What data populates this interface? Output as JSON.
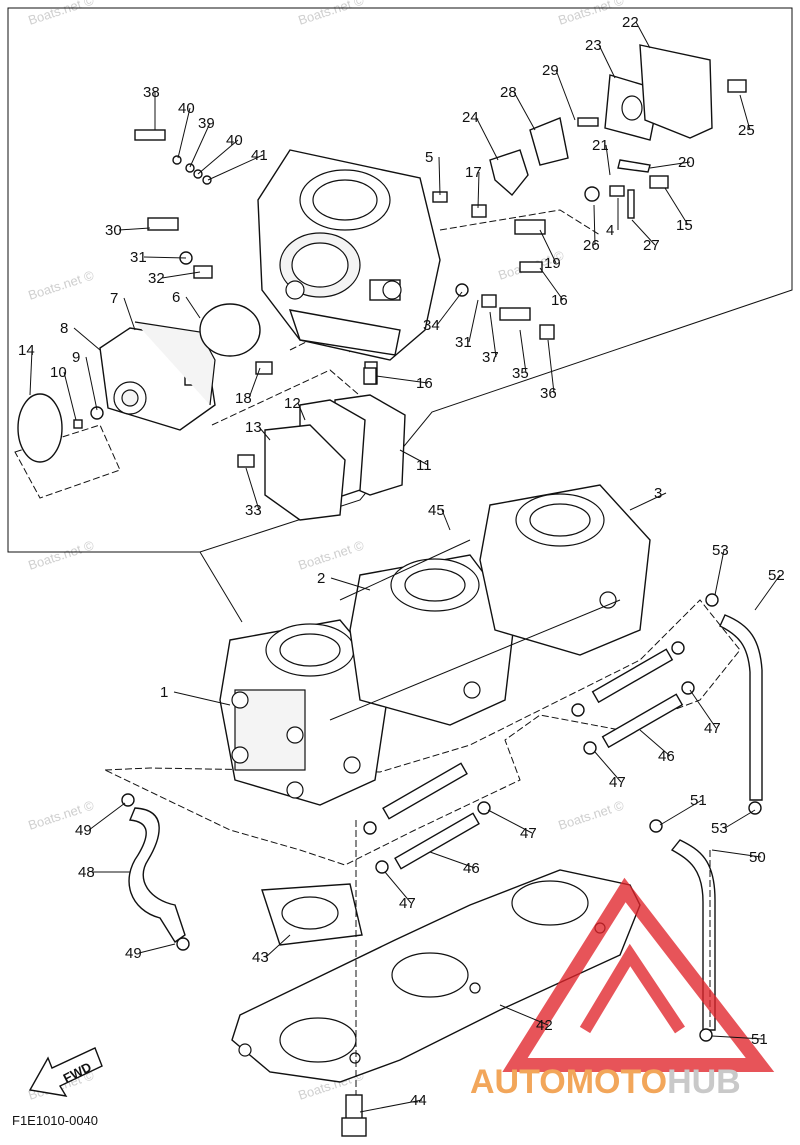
{
  "diagram": {
    "figure_code": "F1E1010-0040",
    "watermark_text": "Boats.net ©",
    "fwd_label": "FWD",
    "brand": {
      "part1": "AUTOMOTO",
      "part2": "HUB",
      "color1": "#f2a65a",
      "color2": "#c9c9c9",
      "logo_color": "#e0242a"
    },
    "callouts": [
      "1",
      "2",
      "3",
      "4",
      "5",
      "6",
      "7",
      "8",
      "9",
      "10",
      "11",
      "12",
      "13",
      "14",
      "15",
      "16",
      "17",
      "18",
      "19",
      "20",
      "21",
      "22",
      "23",
      "24",
      "25",
      "26",
      "27",
      "28",
      "29",
      "30",
      "31",
      "32",
      "33",
      "34",
      "35",
      "36",
      "37",
      "38",
      "39",
      "40",
      "41",
      "42",
      "43",
      "44",
      "45",
      "46",
      "47",
      "48",
      "49",
      "50",
      "51",
      "52",
      "53"
    ]
  }
}
